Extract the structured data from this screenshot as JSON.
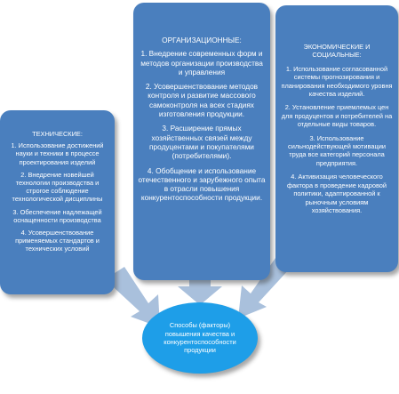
{
  "colors": {
    "box": "#4a7fbe",
    "ellipse": "#1e9ee8",
    "arrow": "#a9c0dc",
    "text": "#ffffff"
  },
  "technical": {
    "title": "ТЕХНИЧЕСКИЕ:",
    "items": [
      "1. Использование достижений науки и техники в процессе проектирования изделий",
      "2. Внедрение новейшей технологии производства и строгое соблюдение технологической дисциплины",
      "3. Обеспечение надлежащей оснащенности производства",
      "4. Усовершенствование применяемых стандартов и технических условий"
    ]
  },
  "organizational": {
    "title": "ОРГАНИЗАЦИОННЫЕ:",
    "items": [
      "1. Внедрение современных форм и методов организации производства и управления",
      "2. Усовершенствование методов контроля и развитие массового самоконтроля на всех стадиях изготовления продукции.",
      "3. Расширение прямых хозяйственных связей между продуцентами и покупателями (потребителями).",
      "4. Обобщение и использование отечественного и зарубежного опыта в отрасли повышения конкурентоспособности продукции."
    ]
  },
  "economic": {
    "title": "ЭКОНОМИЧЕСКИЕ И СОЦИАЛЬНЫЕ:",
    "items": [
      "1. Использование согласованной системы прогнозирования и планирования необходимого уровня качества изделий.",
      "2. Установление приемлемых цен для продуцентов и потребителей на отдельные виды товаров.",
      "3. Использование сильнодействующей мотивации труда все категорий персонала предприятия.",
      "4. Активизация человеческого фактора в проведение кадровой политики, адаптированной к рыночным условиям хозяйствования."
    ]
  },
  "center": {
    "label": "Способы (факторы) повышения качества и конкурентоспособности продукции"
  }
}
